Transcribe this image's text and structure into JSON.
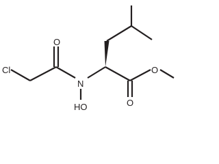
{
  "molecule": {
    "atoms": {
      "chlorine": "Cl",
      "acyl_oxygen": "O",
      "nitrogen": "N",
      "hydroxyl": "HO",
      "ester_carbonyl_oxygen": "O",
      "ester_oxygen": "O"
    },
    "colors": {
      "ink": "#231f20",
      "background": "#ffffff"
    }
  }
}
